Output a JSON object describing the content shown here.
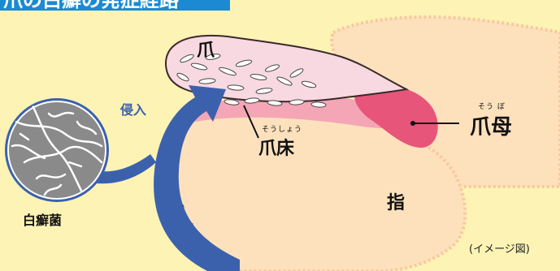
{
  "header": {
    "title": "爪の白癬の発症経路"
  },
  "labels": {
    "nail": "爪",
    "nail_bed": "爪床",
    "nail_bed_reading": "そうしょう",
    "matrix": "爪母",
    "matrix_reading": "そう ぼ",
    "finger": "指",
    "invasion": "侵入",
    "fungus": "白癬菌",
    "caption": "(イメージ図)"
  },
  "colors": {
    "background": "#fdf3b5",
    "title_bar": "#1b8ad3",
    "finger_skin": "#fde1bd",
    "nail_fill": "#f8d9e2",
    "nail_bed": "#f4a6b6",
    "matrix": "#e8557a",
    "arrow": "#3b61ad",
    "fungus_circle": "#8a8a8a",
    "invasion_text": "#3b61ad"
  }
}
